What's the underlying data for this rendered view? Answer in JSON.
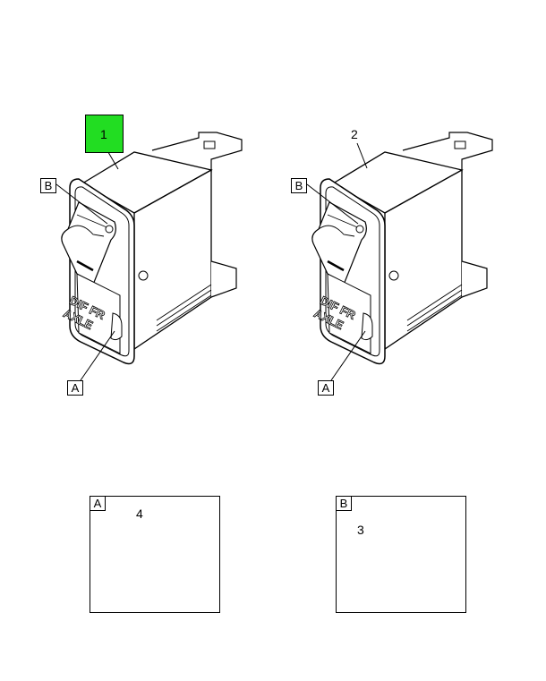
{
  "left_switch": {
    "item_number": "1",
    "callout_b": "B",
    "callout_a": "A",
    "lens_text_top": "DIF FR",
    "lens_text_bottom": "AXLE"
  },
  "right_switch": {
    "item_number": "2",
    "callout_b": "B",
    "callout_a": "A",
    "lens_text_top": "DIF FR",
    "lens_text_bottom": "AXLE"
  },
  "detail_a": {
    "label": "A",
    "item_number": "4"
  },
  "detail_b": {
    "label": "B",
    "item_number": "3"
  },
  "colors": {
    "highlight": "#22dd22",
    "line": "#000000"
  }
}
